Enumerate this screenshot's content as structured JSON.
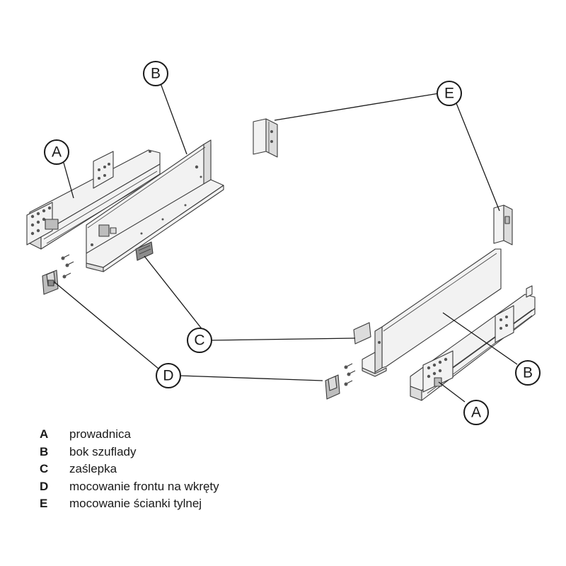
{
  "callouts": {
    "A": "A",
    "B": "B",
    "C": "C",
    "D": "D",
    "E": "E"
  },
  "legend": [
    {
      "key": "A",
      "label": "prowadnica"
    },
    {
      "key": "B",
      "label": "bok szuflady"
    },
    {
      "key": "C",
      "label": "zaślepka"
    },
    {
      "key": "D",
      "label": "mocowanie frontu na wkręty"
    },
    {
      "key": "E",
      "label": "mocowanie ścianki tylnej"
    }
  ]
}
